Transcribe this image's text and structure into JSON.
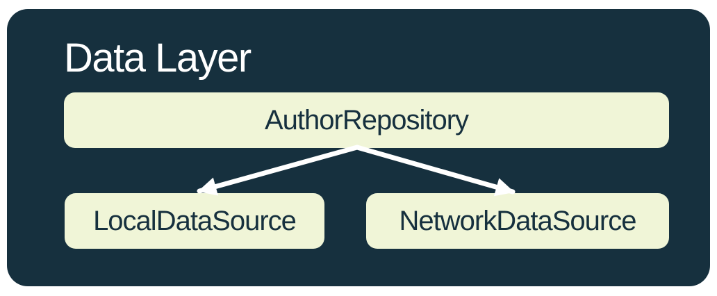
{
  "diagram": {
    "title": "Data Layer",
    "nodes": {
      "repository": {
        "label": "AuthorRepository"
      },
      "local": {
        "label": "LocalDataSource"
      },
      "network": {
        "label": "NetworkDataSource"
      }
    },
    "edges": [
      {
        "from": "AuthorRepository",
        "to": "LocalDataSource"
      },
      {
        "from": "AuthorRepository",
        "to": "NetworkDataSource"
      }
    ],
    "colors": {
      "container_bg": "#16303E",
      "node_bg": "#F0F5D7",
      "node_text": "#16303E",
      "title_text": "#FFFFFF",
      "arrow": "#FFFFFF",
      "page_bg": "#FFFFFF"
    }
  }
}
